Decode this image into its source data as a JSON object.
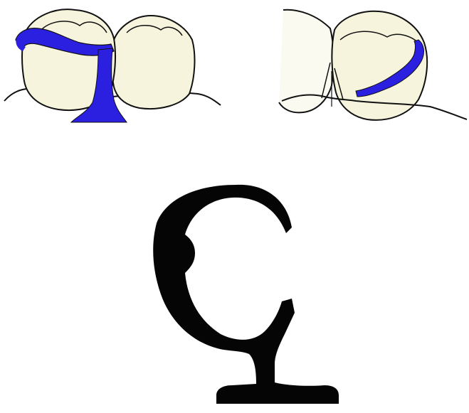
{
  "colors": {
    "background": "#ffffff",
    "tooth_fill": "#f5f3dc",
    "outline": "#111111",
    "clasp_blue": "#2b1fe0",
    "clasp_cross_section": "#050505"
  },
  "panels": [
    {
      "name": "clasp-buccal-view",
      "icon": "molar-pair-with-clasp"
    },
    {
      "name": "clasp-occlusal-view",
      "icon": "molar-pair-with-clasp-arm"
    },
    {
      "name": "clasp-cross-section",
      "icon": "c-clasp-profile"
    }
  ]
}
